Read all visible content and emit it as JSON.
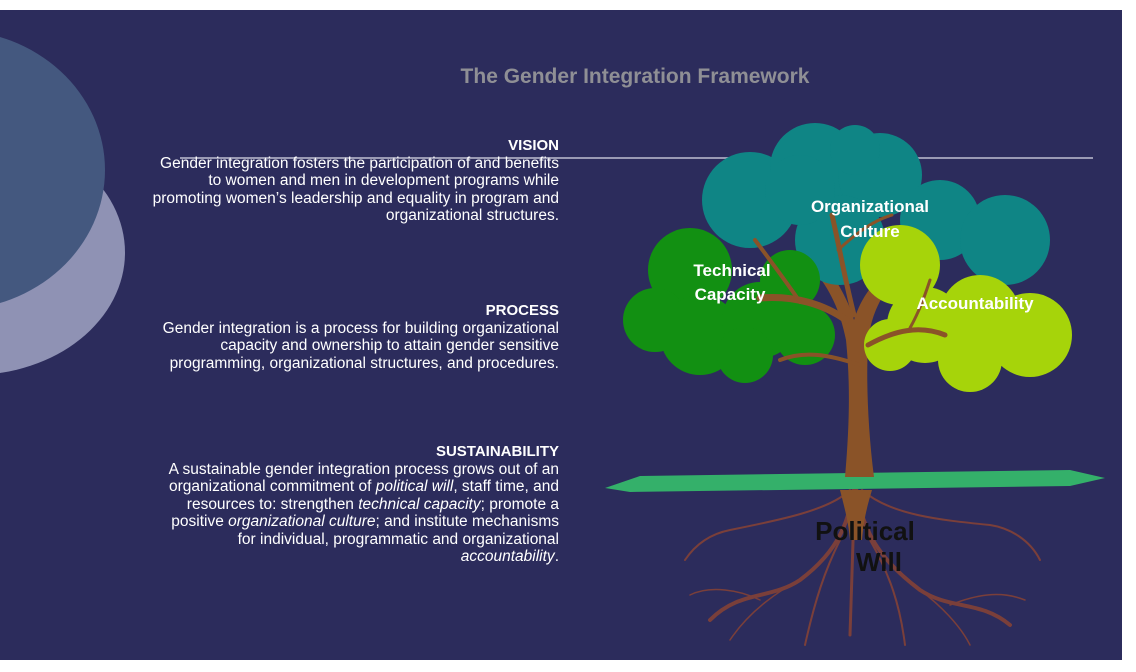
{
  "title": "The Gender Integration Framework",
  "vision": {
    "heading": "VISION",
    "text": "Gender integration fosters the participation of and benefits to women and men in development programs while promoting women’s leadership and equality in program and organizational structures."
  },
  "process": {
    "heading": "PROCESS",
    "text": "Gender integration is a process for building organizational capacity and ownership to attain gender sensitive programming, organizational structures, and procedures."
  },
  "sustainability": {
    "heading": "SUSTAINABILITY",
    "parts": [
      "A sustainable gender integration process grows out of an organizational commitment of ",
      "political will",
      ", staff time, and resources to: strengthen ",
      "technical capacity",
      "; promote a positive ",
      "organizational culture",
      "; and institute mechanisms for individual, programmatic and organizational ",
      "accountability",
      "."
    ]
  },
  "tree": {
    "culture_line1": "Organizational",
    "culture_line2": "Culture",
    "technical_line1": "Technical",
    "technical_line2": "Capacity",
    "accountability": "Accountability",
    "roots_line1": "Political",
    "roots_line2": "Will"
  },
  "colors": {
    "background": "#2c2c5c",
    "title": "#8f8f95",
    "teal_canopy": "#0f8585",
    "green_canopy": "#129012",
    "lime_canopy": "#a6d40a",
    "trunk": "#8a5328",
    "ground": "#34b06a"
  }
}
